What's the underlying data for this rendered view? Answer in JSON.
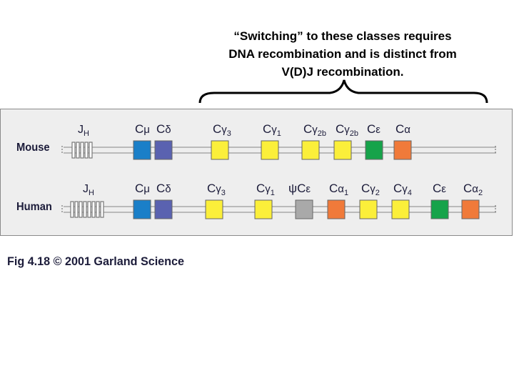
{
  "callout": {
    "line1": "“Switching” to these classes requires",
    "line2": "DNA recombination and is distinct from",
    "line3": "V(D)J recombination."
  },
  "rows": {
    "mouse": {
      "label": "Mouse",
      "jh": {
        "prefix": "J",
        "sub": "H"
      },
      "genes": [
        {
          "letter": "C",
          "greek": "μ",
          "sub": "",
          "color": "#1a7fc8"
        },
        {
          "letter": "C",
          "greek": "δ",
          "sub": "",
          "color": "#5a62b0"
        },
        {
          "letter": "C",
          "greek": "γ",
          "sub": "3",
          "color": "#fbef3a"
        },
        {
          "letter": "C",
          "greek": "γ",
          "sub": "1",
          "color": "#fbef3a"
        },
        {
          "letter": "C",
          "greek": "γ",
          "sub": "2b",
          "color": "#fbef3a"
        },
        {
          "letter": "C",
          "greek": "γ",
          "sub": "2b",
          "color": "#fbef3a"
        },
        {
          "letter": "C",
          "greek": "ε",
          "sub": "",
          "color": "#16a34a"
        },
        {
          "letter": "C",
          "greek": "α",
          "sub": "",
          "color": "#f07a3a"
        }
      ]
    },
    "human": {
      "label": "Human",
      "jh": {
        "prefix": "J",
        "sub": "H"
      },
      "genes": [
        {
          "letter": "C",
          "greek": "μ",
          "sub": "",
          "color": "#1a7fc8"
        },
        {
          "letter": "C",
          "greek": "δ",
          "sub": "",
          "color": "#5a62b0"
        },
        {
          "letter": "C",
          "greek": "γ",
          "sub": "3",
          "color": "#fbef3a"
        },
        {
          "letter": "C",
          "greek": "γ",
          "sub": "1",
          "color": "#fbef3a"
        },
        {
          "letter": "ψC",
          "greek": "ε",
          "sub": "",
          "color": "#a9a9a9"
        },
        {
          "letter": "C",
          "greek": "α",
          "sub": "1",
          "color": "#f07a3a"
        },
        {
          "letter": "C",
          "greek": "γ",
          "sub": "2",
          "color": "#fbef3a"
        },
        {
          "letter": "C",
          "greek": "γ",
          "sub": "4",
          "color": "#fbef3a"
        },
        {
          "letter": "C",
          "greek": "ε",
          "sub": "",
          "color": "#16a34a"
        },
        {
          "letter": "C",
          "greek": "α",
          "sub": "2",
          "color": "#f07a3a"
        }
      ]
    }
  },
  "caption": "Fig 4.18  © 2001 Garland Science"
}
